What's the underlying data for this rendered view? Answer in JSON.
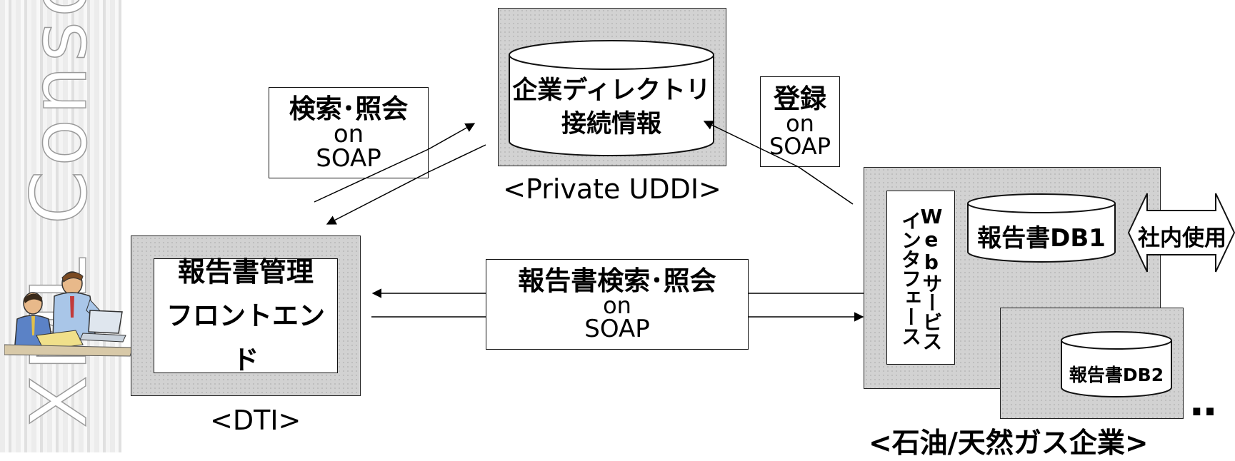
{
  "background": {
    "watermark": "XML Consortium"
  },
  "uddi": {
    "db_line1": "企業ディレクトリ",
    "db_line2": "接続情報",
    "label": "<Private UDDI>"
  },
  "search_box": {
    "line1": "検索･照会",
    "line2": "on",
    "line3": "SOAP"
  },
  "register_box": {
    "line1": "登録",
    "line2": "on",
    "line3": "SOAP"
  },
  "dti": {
    "line1": "報告書管理",
    "line2": "フロントエンド",
    "label": "<DTI>"
  },
  "report_box": {
    "line1": "報告書検索･照会",
    "line2": "on",
    "line3": "SOAP"
  },
  "company": {
    "web_line1": "Webサービス",
    "web_line2": "インタフェース",
    "db1": "報告書DB1",
    "db2": "報告書DB2",
    "internal_use": "社内使用",
    "more": "‥",
    "label": "<石油/天然ガス企業>"
  }
}
